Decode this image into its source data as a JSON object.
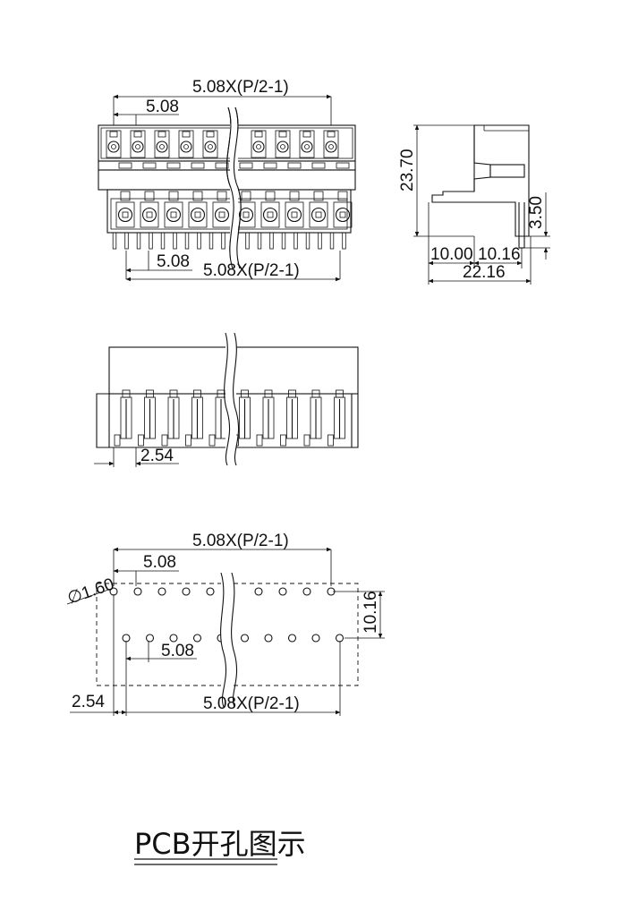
{
  "top_view": {
    "dim_span_top": "5.08X(P/2-1)",
    "dim_pitch_top": "5.08",
    "dim_pitch_bottom": "5.08",
    "dim_span_bottom": "5.08X(P/2-1)"
  },
  "side_view": {
    "dim_height": "23.70",
    "dim_pin_length": "3.50",
    "dim_depth_left": "10.00",
    "dim_depth_right": "10.16",
    "dim_total_depth": "22.16"
  },
  "front_view": {
    "dim_offset": "2.54"
  },
  "pcb_layout": {
    "dim_span_top": "5.08X(P/2-1)",
    "dim_pitch_top": "5.08",
    "dim_hole_diameter": "∅1.60",
    "dim_row_spacing": "10.16",
    "dim_pitch_bottom": "5.08",
    "dim_offset": "2.54",
    "dim_span_bottom": "5.08X(P/2-1)"
  },
  "caption": {
    "text": "PCB开孔图示"
  }
}
